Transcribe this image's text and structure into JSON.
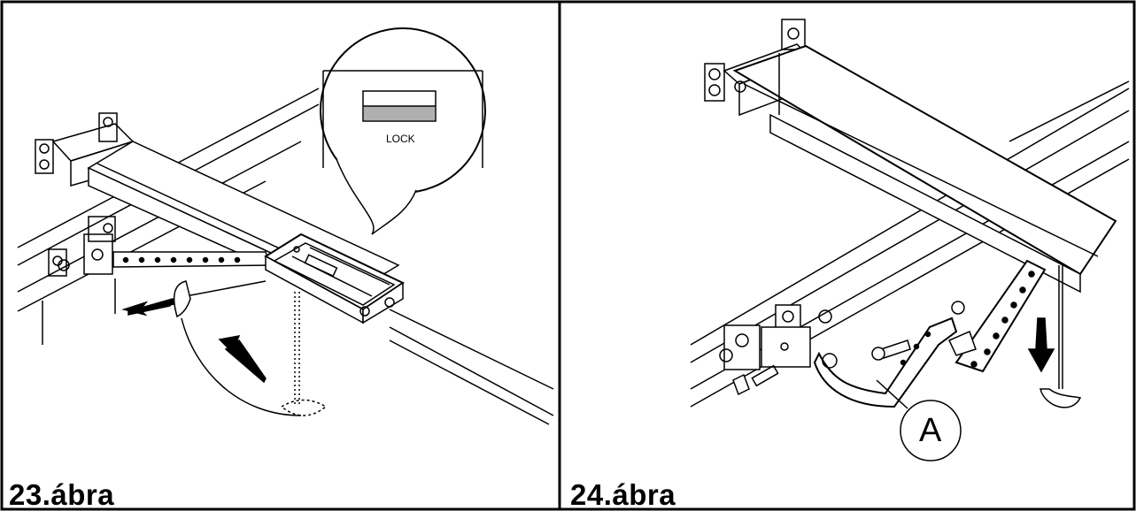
{
  "figures": [
    {
      "caption": "23.ábra",
      "inset_label": "LOCK"
    },
    {
      "caption": "24.ábra",
      "callout": "A"
    }
  ]
}
